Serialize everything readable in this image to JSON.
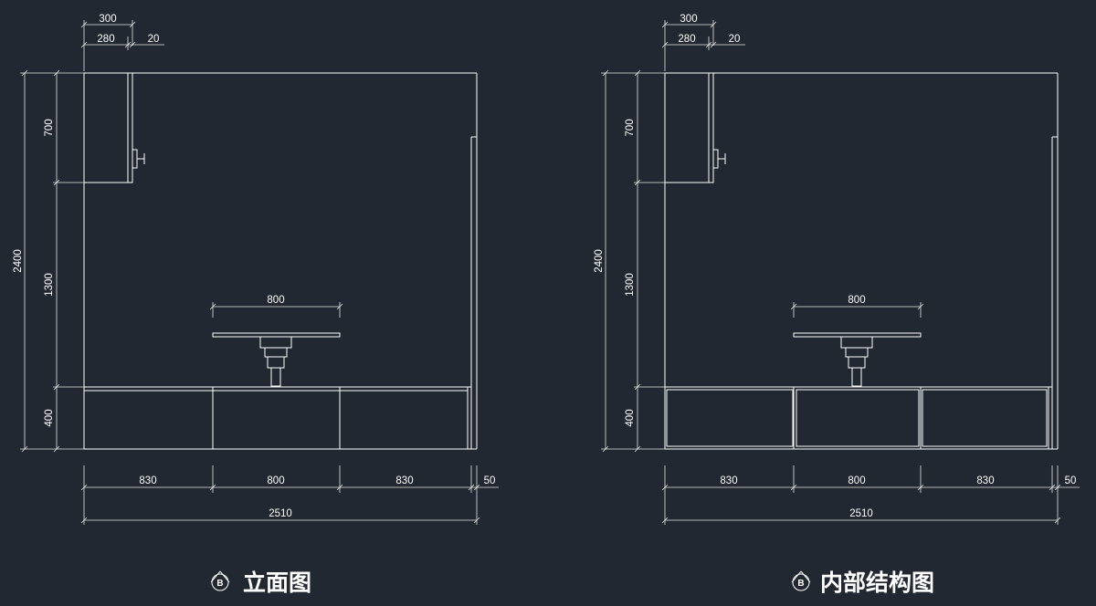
{
  "drawings": [
    {
      "id": "elevation",
      "caption": "立面图",
      "marker": "B",
      "dims": {
        "cabinet_depth_total": "300",
        "cabinet_depth_body": "280",
        "cabinet_door": "20",
        "total_height": "2400",
        "upper_cabinet_height": "700",
        "middle_gap": "1300",
        "base_height": "400",
        "shelf_width": "800",
        "bottom_left": "830",
        "bottom_mid": "800",
        "bottom_right": "830",
        "side_panel": "50",
        "total_width": "2510"
      }
    },
    {
      "id": "internal-structure",
      "caption": "内部结构图",
      "marker": "B",
      "dims": {
        "cabinet_depth_total": "300",
        "cabinet_depth_body": "280",
        "cabinet_door": "20",
        "total_height": "2400",
        "upper_cabinet_height": "700",
        "middle_gap": "1300",
        "base_height": "400",
        "shelf_width": "800",
        "bottom_left": "830",
        "bottom_mid": "800",
        "bottom_right": "830",
        "side_panel": "50",
        "total_width": "2510"
      }
    }
  ],
  "colors": {
    "background": "#222831",
    "line": "#ffffff"
  }
}
